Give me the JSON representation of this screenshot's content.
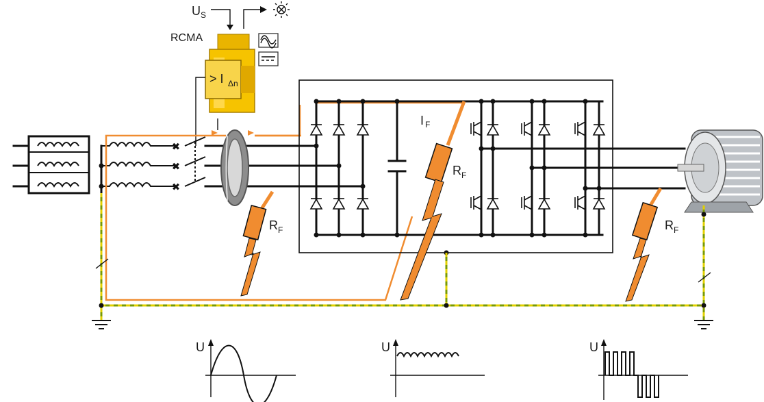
{
  "labels": {
    "supply_voltage": "U",
    "supply_voltage_sub": "S",
    "device_name": "RCMA",
    "threshold_main": "> I",
    "threshold_sub": "Δn",
    "fault_current": "I",
    "fault_current_sub": "F",
    "resistor": "R",
    "resistor_sub": "F"
  },
  "icons": [
    "lamp-icon",
    "ac-sine-icon",
    "dc-icon",
    "ground-icon",
    "motor-icon"
  ],
  "waveforms": [
    {
      "axis_label": "U",
      "shape": "sine"
    },
    {
      "axis_label": "U",
      "shape": "rippled-dc"
    },
    {
      "axis_label": "U",
      "shape": "pwm"
    }
  ],
  "colors": {
    "device": "#f6c300",
    "fault_path": "#f08c30",
    "protective_earth_green": "#7a9a00",
    "protective_earth_yellow": "#e2d000",
    "wire": "#111111"
  }
}
